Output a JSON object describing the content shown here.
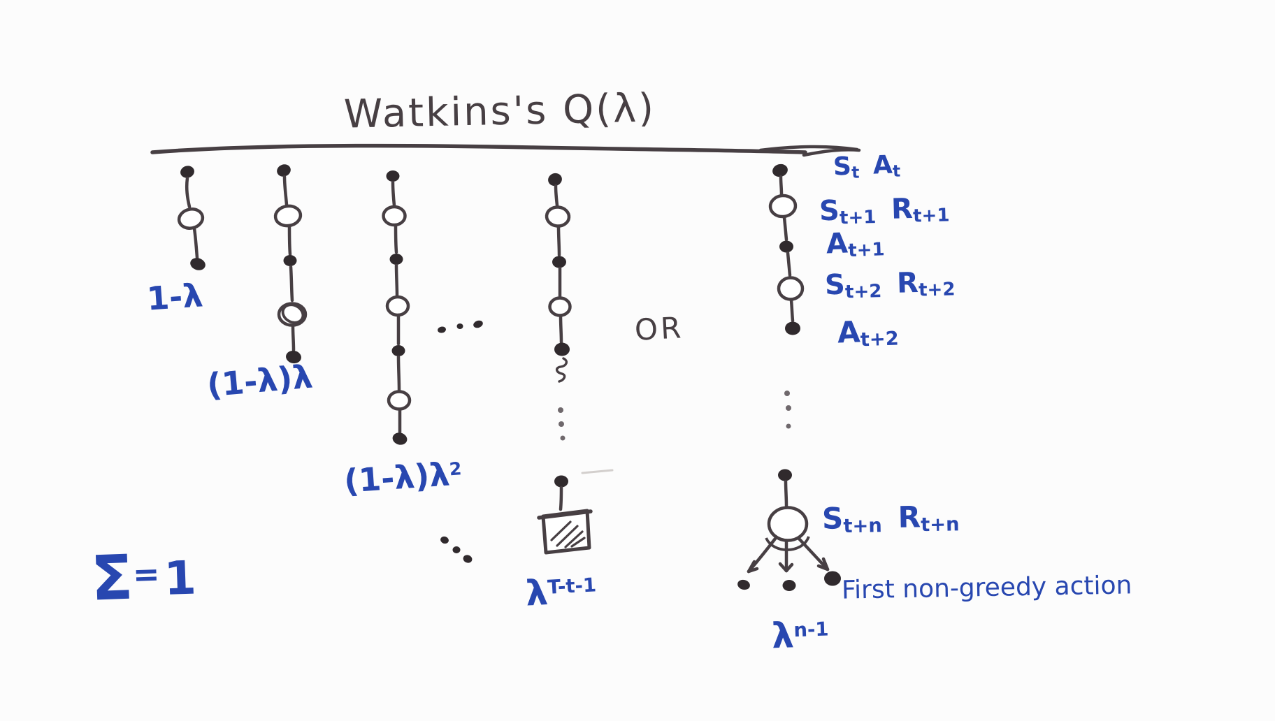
{
  "title": "Watkins's Q(λ)",
  "or_label": "OR",
  "sum": {
    "sigma": "Σ",
    "equals": "=",
    "value": "1"
  },
  "weights": {
    "w1": "1-λ",
    "w2": "(1-λ)λ",
    "w3_base": "(1-λ)λ",
    "w3_sup": "2",
    "w4_base": "λ",
    "w4_sup": "T-t-1",
    "w5_base": "λ",
    "w5_sup": "n-1"
  },
  "trajectory": {
    "row1": {
      "s_base": "S",
      "s_sub": "t",
      "a_base": "A",
      "a_sub": "t"
    },
    "row2": {
      "s_base": "S",
      "s_sub": "t+1",
      "r_base": "R",
      "r_sub": "t+1"
    },
    "row3": {
      "a_base": "A",
      "a_sub": "t+1"
    },
    "row4": {
      "s_base": "S",
      "s_sub": "t+2",
      "r_base": "R",
      "r_sub": "t+2"
    },
    "row5": {
      "a_base": "A",
      "a_sub": "t+2"
    },
    "row_n": {
      "s_base": "S",
      "s_sub": "t+n",
      "r_base": "R",
      "r_sub": "t+n"
    },
    "note": "First non-greedy action"
  },
  "colors": {
    "ink": "#473f43",
    "ink_dark": "#302a2d",
    "blue": "#2847b0",
    "paper": "#fcfcfc",
    "gray_dots": "#6f686c"
  }
}
